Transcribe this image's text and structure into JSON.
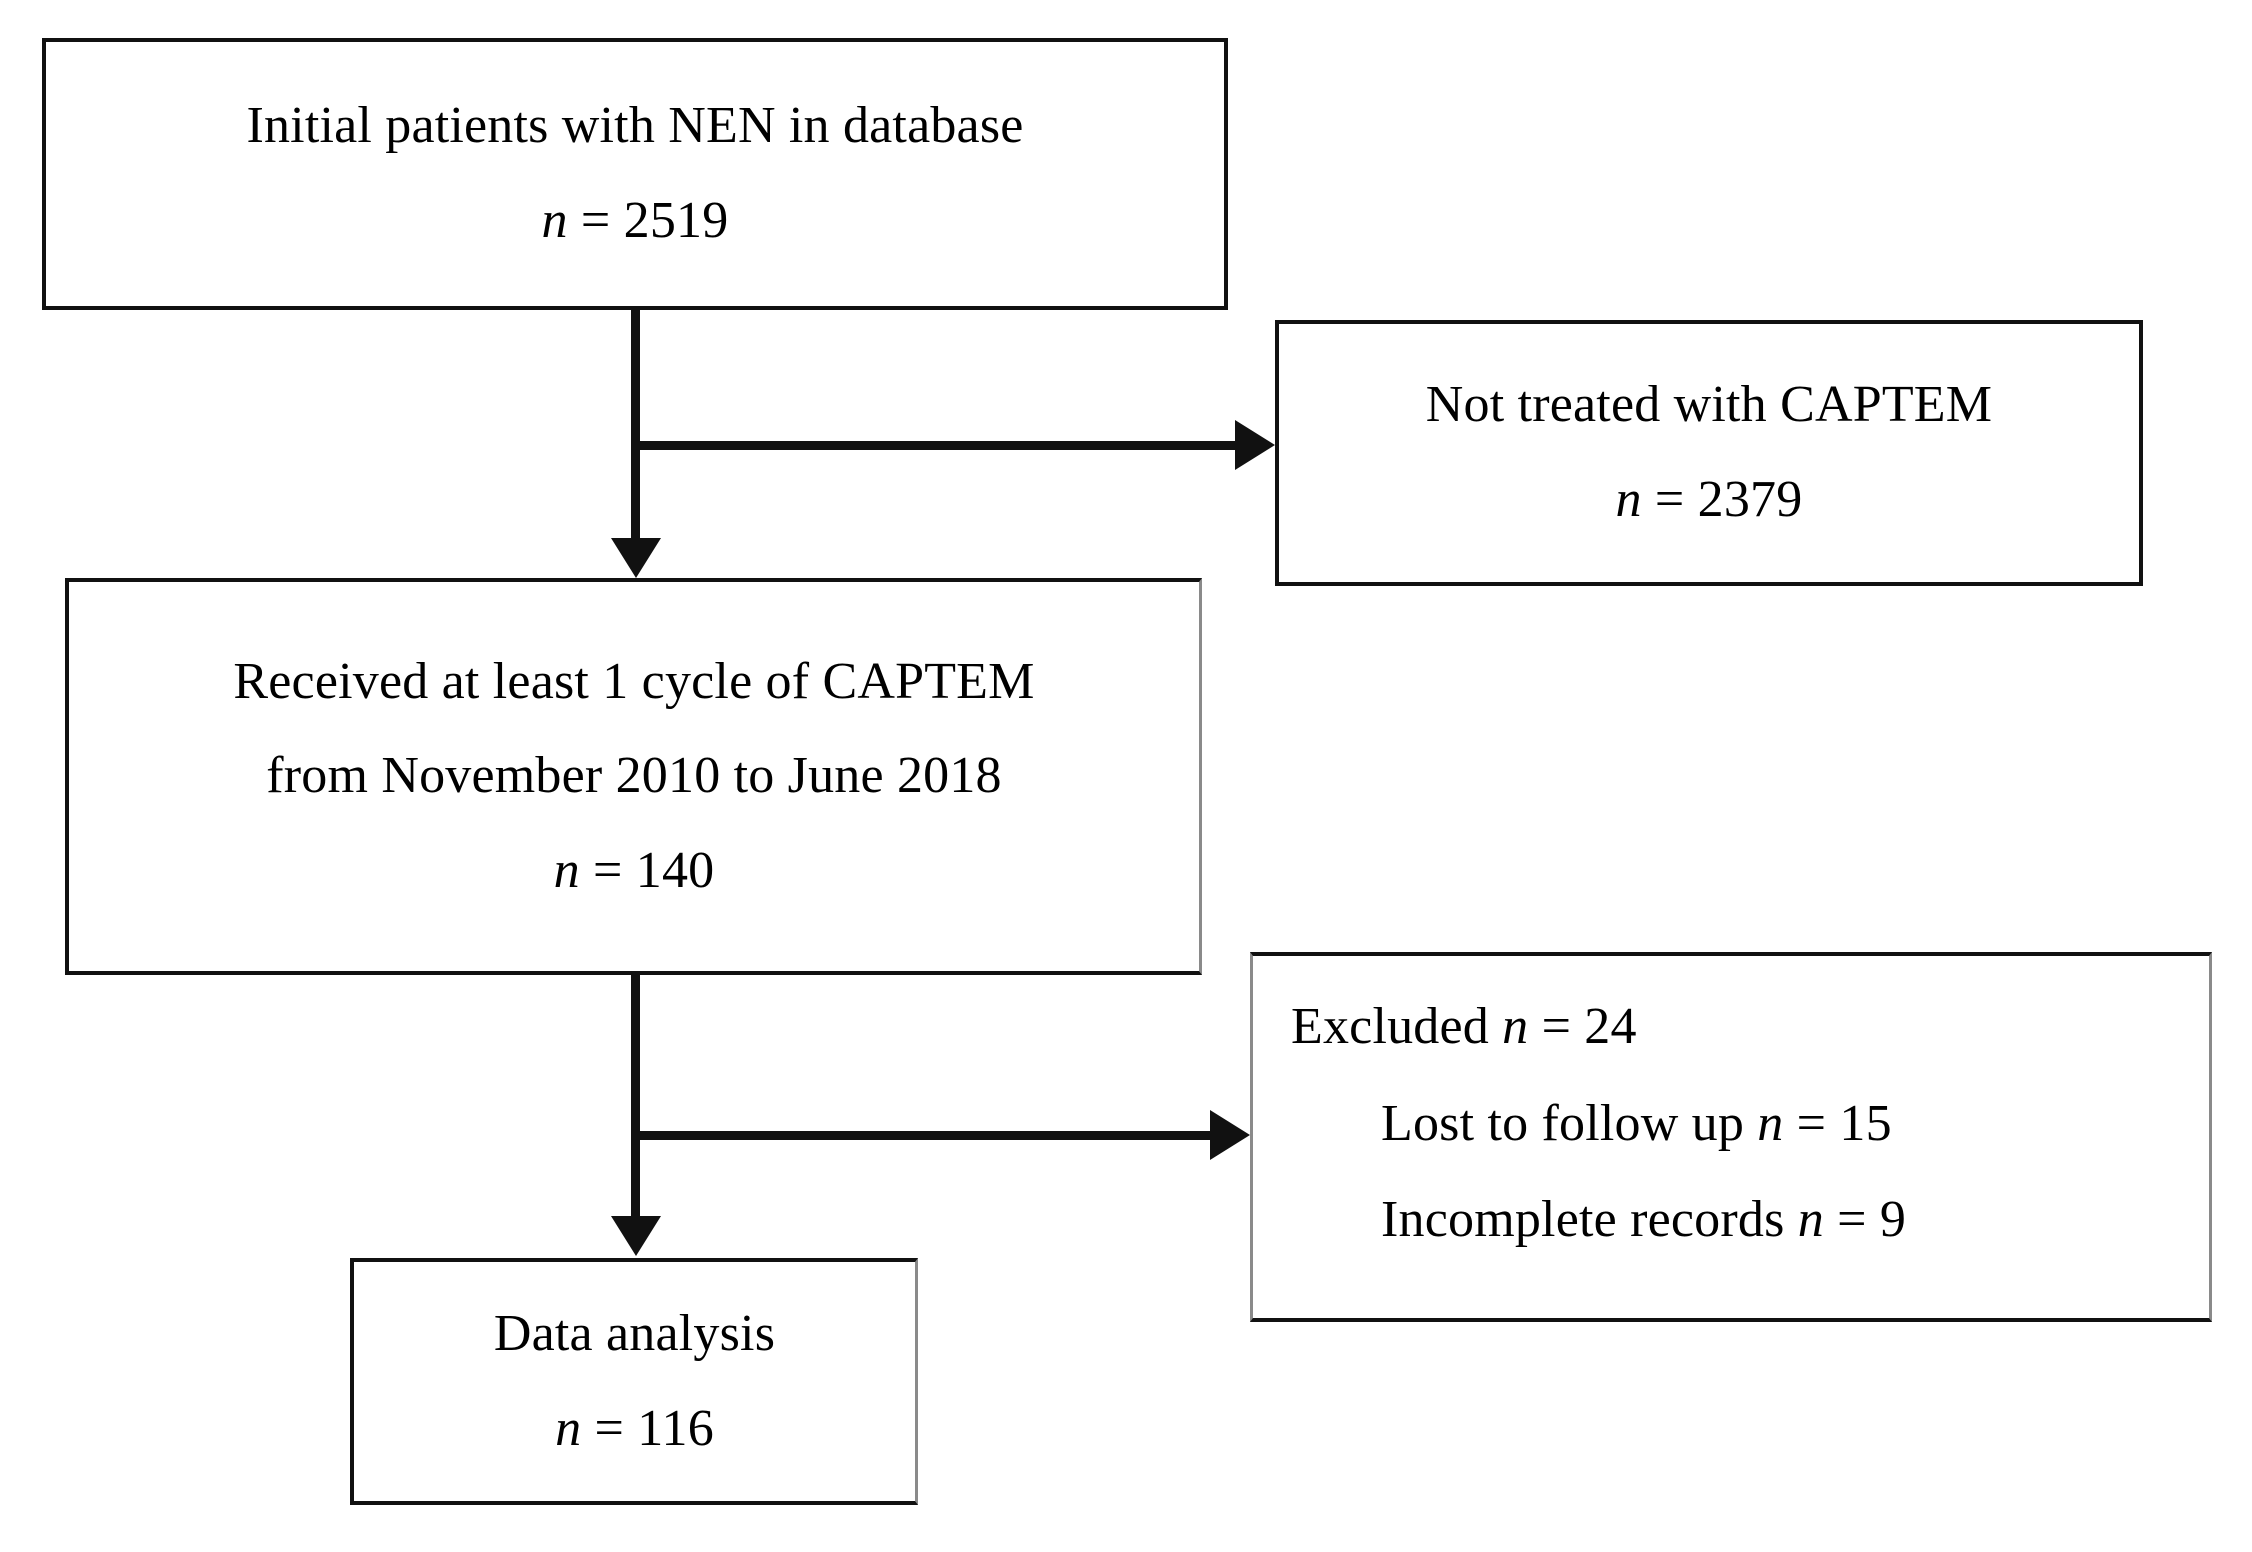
{
  "diagram": {
    "type": "prisma-patient-flow-chart",
    "nodes": {
      "initial": {
        "id": "initial-patients",
        "line1": "Initial patients with NEN in database",
        "line2_prefix": "n",
        "line2_suffix": " = 2519",
        "count": 2519
      },
      "not_treated": {
        "id": "not-treated-captem",
        "line1": "Not treated with CAPTEM",
        "line2_prefix": "n",
        "line2_suffix": " = 2379",
        "count": 2379
      },
      "received": {
        "id": "received-captem",
        "line1": "Received at least 1 cycle of CAPTEM",
        "line2": "from November 2010 to June 2018",
        "line3_prefix": "n",
        "line3_suffix": " = 140",
        "count": 140
      },
      "excluded": {
        "id": "excluded-patients",
        "line1_prefix": "Excluded ",
        "line1_ital": "n",
        "line1_suffix": " = 24",
        "line2_prefix": "Lost to follow up ",
        "line2_ital": "n",
        "line2_suffix": " = 15",
        "line3_prefix": "Incomplete records ",
        "line3_ital": "n",
        "line3_suffix": " = 9",
        "count": 24,
        "lost_to_follow_up": 15,
        "incomplete_records": 9
      },
      "analysis": {
        "id": "data-analysis",
        "line1": "Data analysis",
        "line2_prefix": "n",
        "line2_suffix": " = 116",
        "count": 116
      }
    },
    "colors": {
      "stroke": "#111111",
      "thin_stroke": "#8a8a8a",
      "background": "#ffffff",
      "text": "#000000"
    }
  }
}
